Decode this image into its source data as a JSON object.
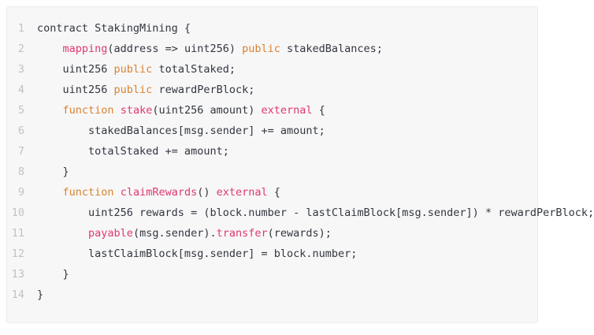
{
  "editor": {
    "name": "solidity-code-block",
    "language": "solidity",
    "background_color": "#f7f7f8",
    "border_color": "#ececee",
    "text_color": "#32363e",
    "gutter_color": "#c2c2c6",
    "keyword_color": "#d9832f",
    "function_color": "#e0386f",
    "first_line_number": 1,
    "last_line_number": 14,
    "total_lines": 14
  },
  "lines": [
    {
      "number": "1",
      "tokens": [
        {
          "t": "contract StakingMining {",
          "c": "plain"
        }
      ]
    },
    {
      "number": "2",
      "tokens": [
        {
          "t": "    ",
          "c": "plain"
        },
        {
          "t": "mapping",
          "c": "fn"
        },
        {
          "t": "(address => uint256) ",
          "c": "plain"
        },
        {
          "t": "public",
          "c": "kw"
        },
        {
          "t": " stakedBalances;",
          "c": "plain"
        }
      ]
    },
    {
      "number": "3",
      "tokens": [
        {
          "t": "    uint256 ",
          "c": "plain"
        },
        {
          "t": "public",
          "c": "kw"
        },
        {
          "t": " totalStaked;",
          "c": "plain"
        }
      ]
    },
    {
      "number": "4",
      "tokens": [
        {
          "t": "    uint256 ",
          "c": "plain"
        },
        {
          "t": "public",
          "c": "kw"
        },
        {
          "t": " rewardPerBlock;",
          "c": "plain"
        }
      ]
    },
    {
      "number": "5",
      "tokens": [
        {
          "t": "    ",
          "c": "plain"
        },
        {
          "t": "function",
          "c": "kw"
        },
        {
          "t": " ",
          "c": "plain"
        },
        {
          "t": "stake",
          "c": "fn"
        },
        {
          "t": "(uint256 amount) ",
          "c": "plain"
        },
        {
          "t": "external",
          "c": "mod"
        },
        {
          "t": " {",
          "c": "plain"
        }
      ]
    },
    {
      "number": "6",
      "tokens": [
        {
          "t": "        stakedBalances[msg.sender] += amount;",
          "c": "plain"
        }
      ]
    },
    {
      "number": "7",
      "tokens": [
        {
          "t": "        totalStaked += amount;",
          "c": "plain"
        }
      ]
    },
    {
      "number": "8",
      "tokens": [
        {
          "t": "    }",
          "c": "plain"
        }
      ]
    },
    {
      "number": "9",
      "tokens": [
        {
          "t": "    ",
          "c": "plain"
        },
        {
          "t": "function",
          "c": "kw"
        },
        {
          "t": " ",
          "c": "plain"
        },
        {
          "t": "claimRewards",
          "c": "fn"
        },
        {
          "t": "() ",
          "c": "plain"
        },
        {
          "t": "external",
          "c": "mod"
        },
        {
          "t": " {",
          "c": "plain"
        }
      ]
    },
    {
      "number": "10",
      "tokens": [
        {
          "t": "        uint256 rewards = (block.number - lastClaimBlock[msg.sender]) * rewardPerBlock;",
          "c": "plain"
        }
      ]
    },
    {
      "number": "11",
      "tokens": [
        {
          "t": "        ",
          "c": "plain"
        },
        {
          "t": "payable",
          "c": "fn"
        },
        {
          "t": "(msg.sender).",
          "c": "plain"
        },
        {
          "t": "transfer",
          "c": "fn"
        },
        {
          "t": "(rewards);",
          "c": "plain"
        }
      ]
    },
    {
      "number": "12",
      "tokens": [
        {
          "t": "        lastClaimBlock[msg.sender] = block.number;",
          "c": "plain"
        }
      ]
    },
    {
      "number": "13",
      "tokens": [
        {
          "t": "    }",
          "c": "plain"
        }
      ]
    },
    {
      "number": "14",
      "tokens": [
        {
          "t": "}",
          "c": "plain"
        }
      ]
    }
  ]
}
